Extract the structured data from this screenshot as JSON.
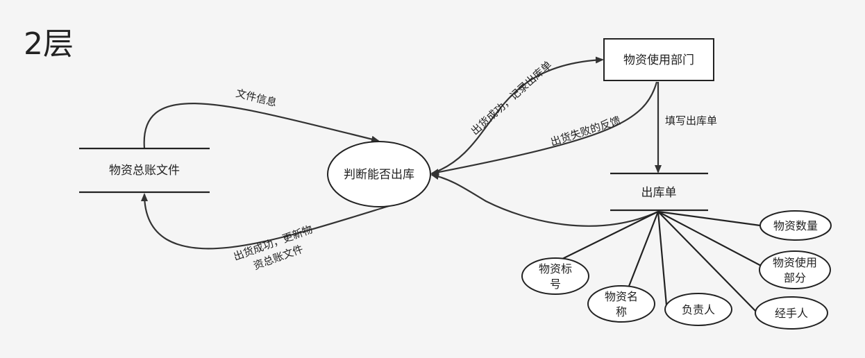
{
  "title": "2层",
  "nodes": {
    "ledger": "物资总账文件",
    "process": "判断能否出库",
    "department": "物资使用部门",
    "form": "出库单"
  },
  "attributes": {
    "code_l1": "物资标",
    "code_l2": "号",
    "name_l1": "物资名",
    "name_l2": "称",
    "responsible": "负责人",
    "handler": "经手人",
    "use_dept_l1": "物资使用",
    "use_dept_l2": "部分",
    "quantity": "物资数量"
  },
  "edges": {
    "file_info": "文件信息",
    "update_l1": "出货成功，更新物",
    "update_l2": "资总账文件",
    "success_record": "出货成功，记录出库单",
    "fail_feedback": "出货失败的反馈",
    "fill_form": "填写出库单"
  }
}
